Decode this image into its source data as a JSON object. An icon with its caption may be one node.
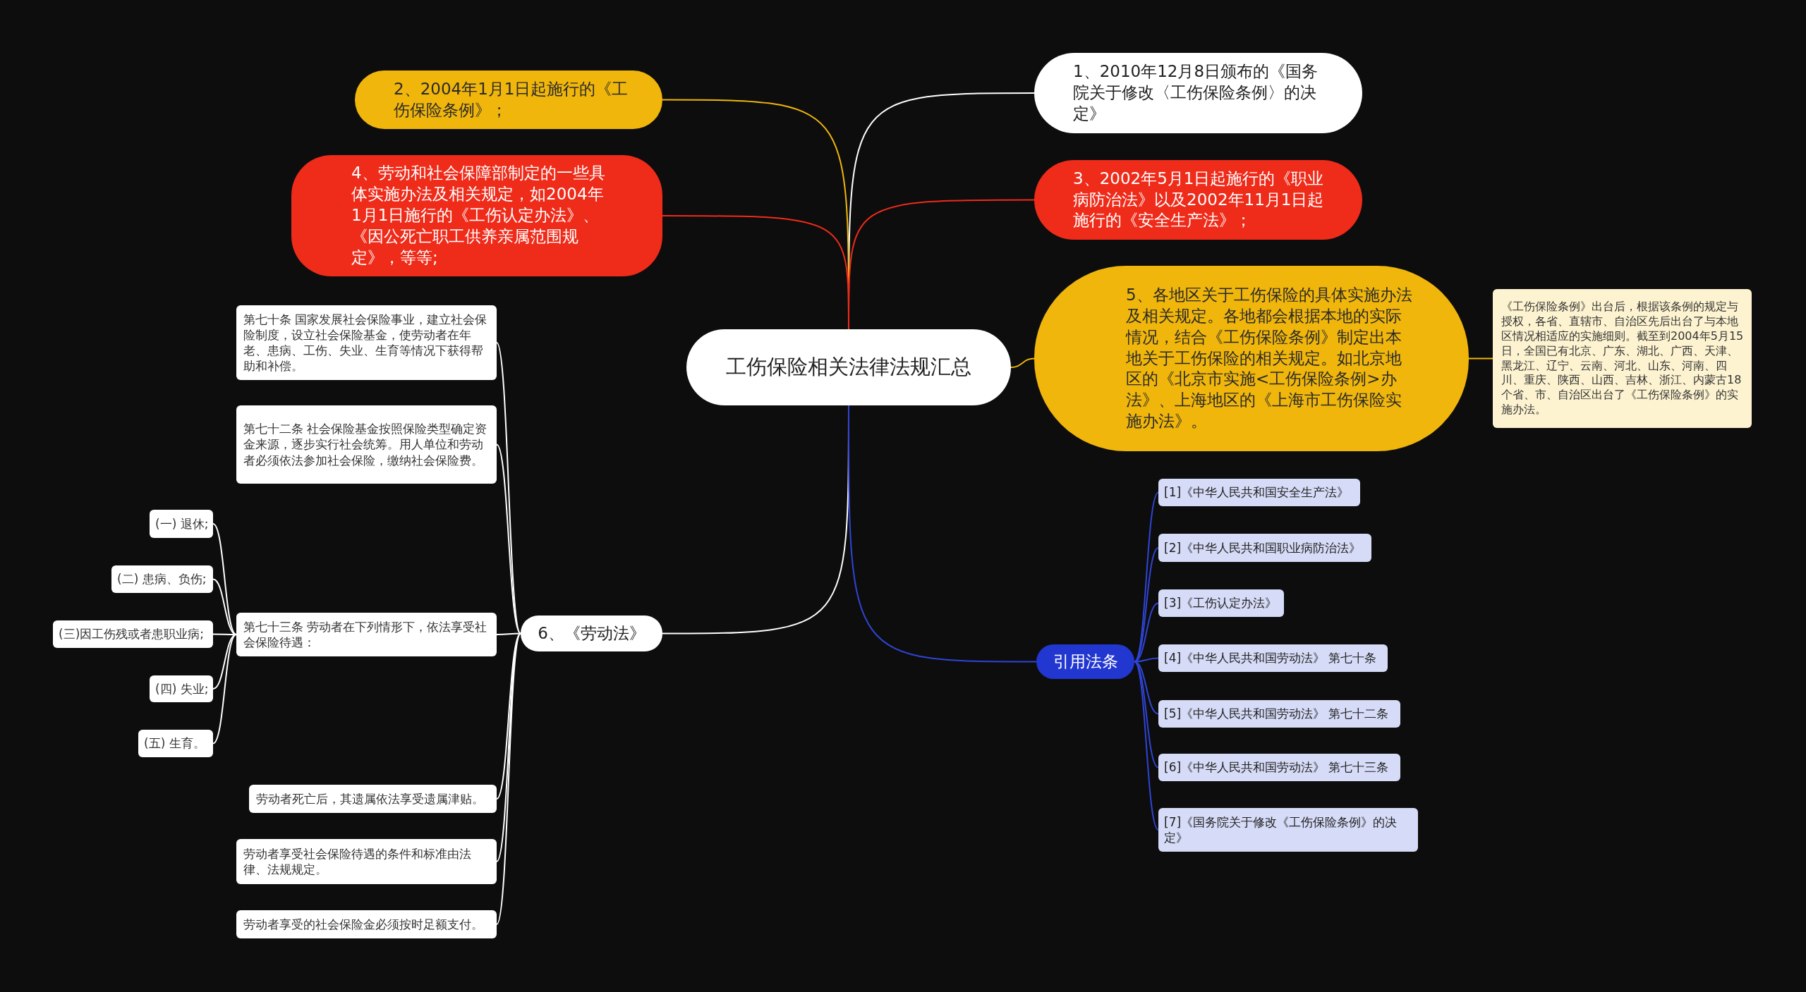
{
  "diagram": {
    "nodes": [
      {
        "text": [
          "工伤保险相关法律法规汇总"
        ]
      },
      {
        "text": [
          "1、2010年12月8日颁布的《国务院关于修改〈工伤保险条例〉的决定》"
        ]
      },
      {
        "text": [
          "2、2004年1月1日起施行的《工伤保险条例》；"
        ]
      },
      {
        "text": [
          "3、2002年5月1日起施行的《职业病防治法》以及2002年11月1日起施行的《安全生产法》；"
        ]
      },
      {
        "text": [
          "4、劳动和社会保障部制定的一些具体实施办法及相关规定，如2004年1月1日施行的《工伤认定办法》、《因公死亡职工供养亲属范围规定》，等等;"
        ]
      },
      {
        "text": [
          "5、各地区关于工伤保险的具体实施办法及相关规定。各地都会根据本地的实际情况，结合《工伤保险条例》制定出本地关于工伤保险的相关规定。如北京地区的《北京市实施<工伤保险条例>办法》、上海地区的《上海市工伤保险实施办法》。"
        ]
      },
      {
        "text": [
          "《工伤保险条例》出台后，根据该条例的规定与授权，各省、直辖市、自治区先后出台了与本地区情况相适应的实施细则。截至到2004年5月15日，全国已有北京、广东、湖北、广西、天津、黑龙江、辽宁、云南、河北、山东、河南、四川、重庆、陕西、山西、吉林、浙江、内蒙古18个省、市、自治区出台了《工伤保险条例》的实施办法。"
        ]
      },
      {
        "text": [
          "6、《劳动法》"
        ]
      },
      {
        "text": [
          "第七十条 国家发展社会保险事业，建立社会保险制度，设立社会保险基金，使劳动者在年老、患病、工伤、失业、生育等情况下获得帮助和补偿。"
        ]
      },
      {
        "text": [
          "第七十二条 社会保险基金按照保险类型确定资金来源，逐步实行社会统筹。用人单位和劳动者必须依法参加社会保险，缴纳社会保险费。"
        ]
      },
      {
        "text": [
          "第七十三条 劳动者在下列情形下，依法享受社会保险待遇："
        ]
      },
      {
        "text": [
          "(一) 退休;"
        ]
      },
      {
        "text": [
          "(二) 患病、负伤;"
        ]
      },
      {
        "text": [
          "(三)因工伤残或者患职业病;"
        ]
      },
      {
        "text": [
          "(四) 失业;"
        ]
      },
      {
        "text": [
          "(五) 生育。"
        ]
      },
      {
        "text": [
          "劳动者死亡后，其遗属依法享受遗属津贴。"
        ]
      },
      {
        "text": [
          "劳动者享受社会保险待遇的条件和标准由法律、法规规定。"
        ]
      },
      {
        "text": [
          "劳动者享受的社会保险金必须按时足额支付。"
        ]
      },
      {
        "text": [
          "引用法条"
        ]
      },
      {
        "text": [
          "[1]《中华人民共和国安全生产法》"
        ]
      },
      {
        "text": [
          "[2]《中华人民共和国职业病防治法》"
        ]
      },
      {
        "text": [
          "[3]《工伤认定办法》"
        ]
      },
      {
        "text": [
          "[4]《中华人民共和国劳动法》 第七十条"
        ]
      },
      {
        "text": [
          "[5]《中华人民共和国劳动法》 第七十二条"
        ]
      },
      {
        "text": [
          "[6]《中华人民共和国劳动法》 第七十三条"
        ]
      },
      {
        "text": [
          "[7]《国务院关于修改《工伤保险条例》的决定》"
        ]
      }
    ],
    "edges": [
      {
        "from": 0,
        "to": 1,
        "arrow": "none"
      },
      {
        "from": 0,
        "to": 2,
        "arrow": "none",
        "color": "#f0b60c"
      },
      {
        "from": 0,
        "to": 3,
        "arrow": "none",
        "color": "#ef2b1a"
      },
      {
        "from": 0,
        "to": 4,
        "arrow": "none",
        "color": "#ef2b1a"
      },
      {
        "from": 0,
        "to": 5,
        "arrow": "none",
        "color": "#f0b60c"
      },
      {
        "from": 5,
        "to": 6,
        "arrow": "none",
        "color": "#f0b60c"
      },
      {
        "from": 0,
        "to": 7,
        "arrow": "none"
      },
      {
        "from": 7,
        "to": 8,
        "arrow": "none"
      },
      {
        "from": 7,
        "to": 9,
        "arrow": "none"
      },
      {
        "from": 7,
        "to": 10,
        "arrow": "none"
      },
      {
        "from": 10,
        "to": 11,
        "arrow": "none"
      },
      {
        "from": 10,
        "to": 12,
        "arrow": "none"
      },
      {
        "from": 10,
        "to": 13,
        "arrow": "none"
      },
      {
        "from": 10,
        "to": 14,
        "arrow": "none"
      },
      {
        "from": 10,
        "to": 15,
        "arrow": "none"
      },
      {
        "from": 7,
        "to": 16,
        "arrow": "none"
      },
      {
        "from": 7,
        "to": 17,
        "arrow": "none"
      },
      {
        "from": 7,
        "to": 18,
        "arrow": "none"
      },
      {
        "from": 0,
        "to": 19,
        "arrow": "none",
        "color": "#2f45d6"
      },
      {
        "from": 19,
        "to": 20,
        "arrow": "none",
        "color": "#2f45d6"
      },
      {
        "from": 19,
        "to": 21,
        "arrow": "none",
        "color": "#2f45d6"
      },
      {
        "from": 19,
        "to": 22,
        "arrow": "none",
        "color": "#2f45d6"
      },
      {
        "from": 19,
        "to": 23,
        "arrow": "none",
        "color": "#2f45d6"
      },
      {
        "from": 19,
        "to": 24,
        "arrow": "none",
        "color": "#2f45d6"
      },
      {
        "from": 19,
        "to": 25,
        "arrow": "none",
        "color": "#2f45d6"
      },
      {
        "from": 19,
        "to": 26,
        "arrow": "none",
        "color": "#2f45d6"
      }
    ]
  }
}
